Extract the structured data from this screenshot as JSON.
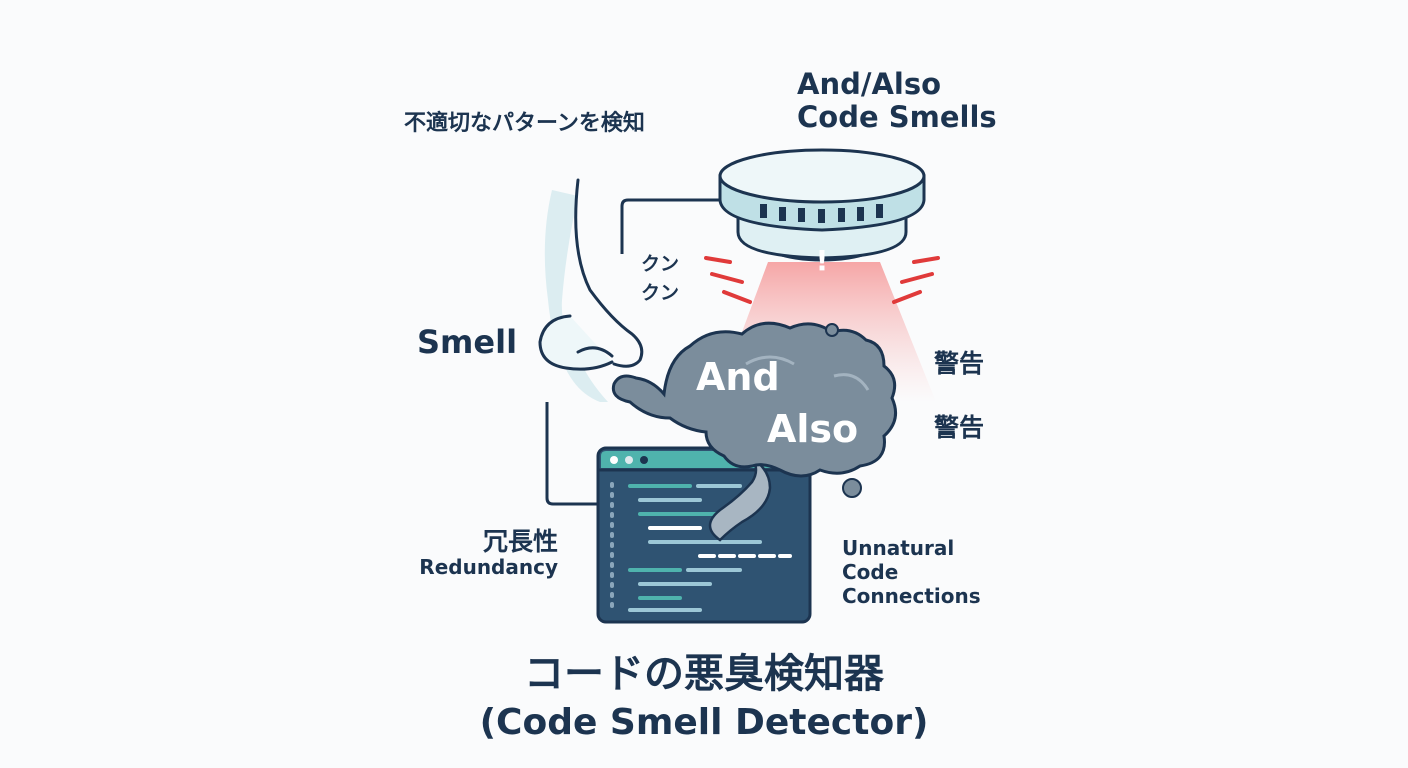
{
  "diagram": {
    "detector_title_line1": "And/Also",
    "detector_title_line2": "Code Smells",
    "detect_text": "不適切なパターンを検知",
    "smell_label": "Smell",
    "sniff_1": "クン",
    "sniff_2": "クン",
    "smoke_word_1": "And",
    "smoke_word_2": "Also",
    "warning_1": "警告",
    "warning_2": "警告",
    "alarm_mark": "!",
    "redundancy_jp": "冗長性",
    "redundancy_en": "Redundancy",
    "unnatural_line1": "Unnatural",
    "unnatural_line2": "Code",
    "unnatural_line3": "Connections",
    "title": "コードの悪臭検知器",
    "subtitle": "(Code Smell Detector)"
  },
  "icons": [
    "smoke-detector-icon",
    "nose-icon",
    "smoke-cloud-icon",
    "code-window-icon"
  ],
  "colors": {
    "text": "#1c3450",
    "alarm_red": "#e03a3a",
    "detector_teal": "#bfe0e6",
    "smoke_gray": "#7b8d9c",
    "code_window": "#2f5372",
    "code_teal": "#4fb3ad"
  }
}
